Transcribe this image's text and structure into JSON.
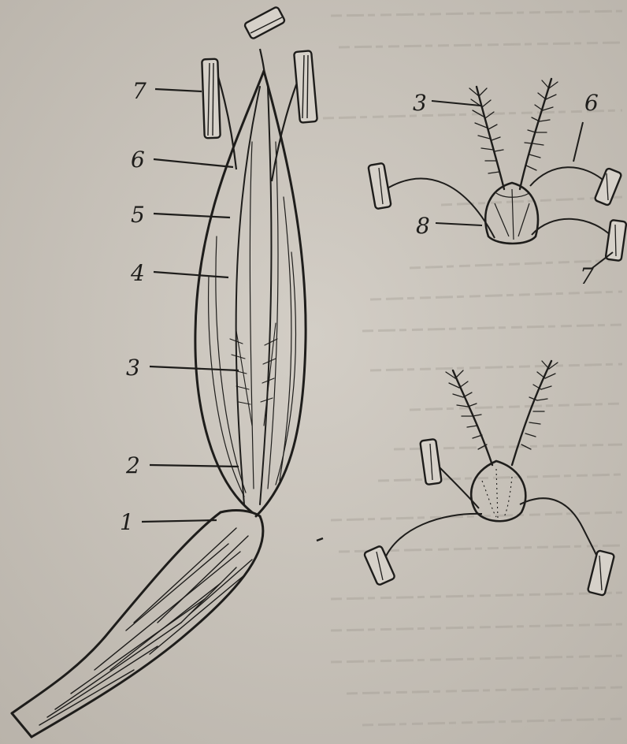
{
  "colors": {
    "paper": "#c9c4bc",
    "ink": "#1e1d1b"
  },
  "figure": {
    "left_labels": [
      "7",
      "6",
      "5",
      "4",
      "3",
      "2",
      "1"
    ],
    "top_right_labels": [
      "3",
      "6",
      "8",
      "7"
    ]
  }
}
